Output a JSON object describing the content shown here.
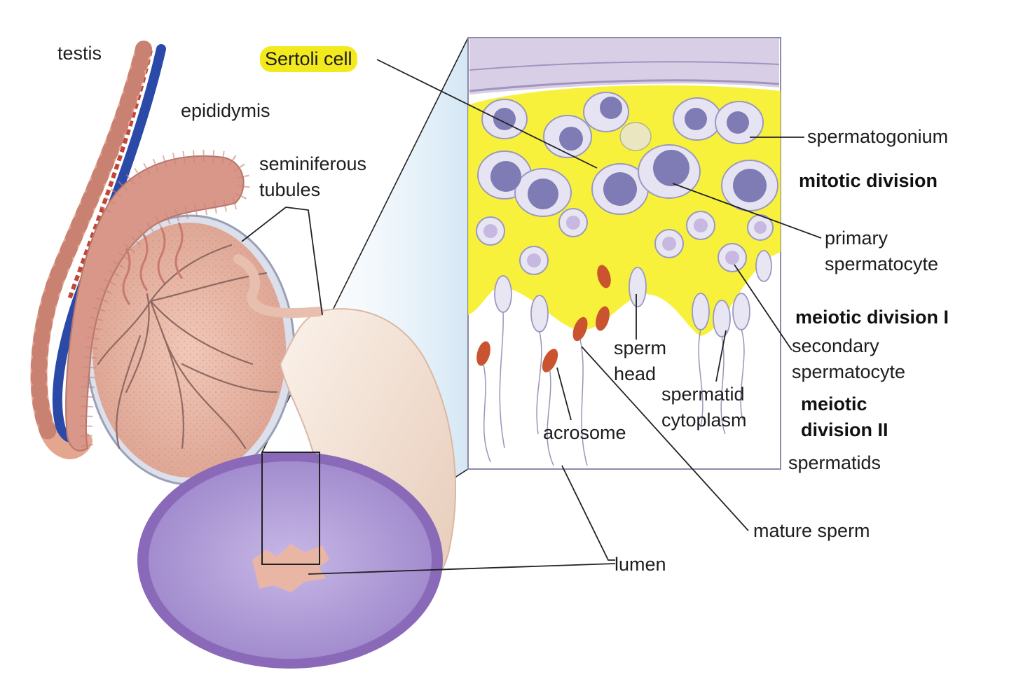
{
  "labels": {
    "testis": "testis",
    "epididymis": "epididymis",
    "seminiferous_tubules": [
      "seminiferous",
      "tubules"
    ],
    "sertoli_cell": "Sertoli cell",
    "spermatogonium": "spermatogonium",
    "mitotic_division": "mitotic division",
    "primary_spermatocyte": [
      "primary",
      "spermatocyte"
    ],
    "meiotic_division_1": "meiotic division I",
    "secondary_spermatocyte": [
      "secondary",
      "spermatocyte"
    ],
    "meiotic_division_2": [
      "meiotic",
      "division II"
    ],
    "spermatids": "spermatids",
    "sperm_head": [
      "sperm",
      "head"
    ],
    "spermatid_cytoplasm": [
      "spermatid",
      "cytoplasm"
    ],
    "acrosome": "acrosome",
    "mature_sperm": "mature sperm",
    "lumen": "lumen"
  },
  "colors": {
    "testis_tissue": "#eab5a3",
    "epididymis": "#d9978a",
    "tubule_section": "#9b82c7",
    "sertoli_highlight": "#f7ee1a",
    "nucleus": "#7f7bb5",
    "zoom_frame": "#8e8aa8",
    "leader_line": "#222222"
  }
}
